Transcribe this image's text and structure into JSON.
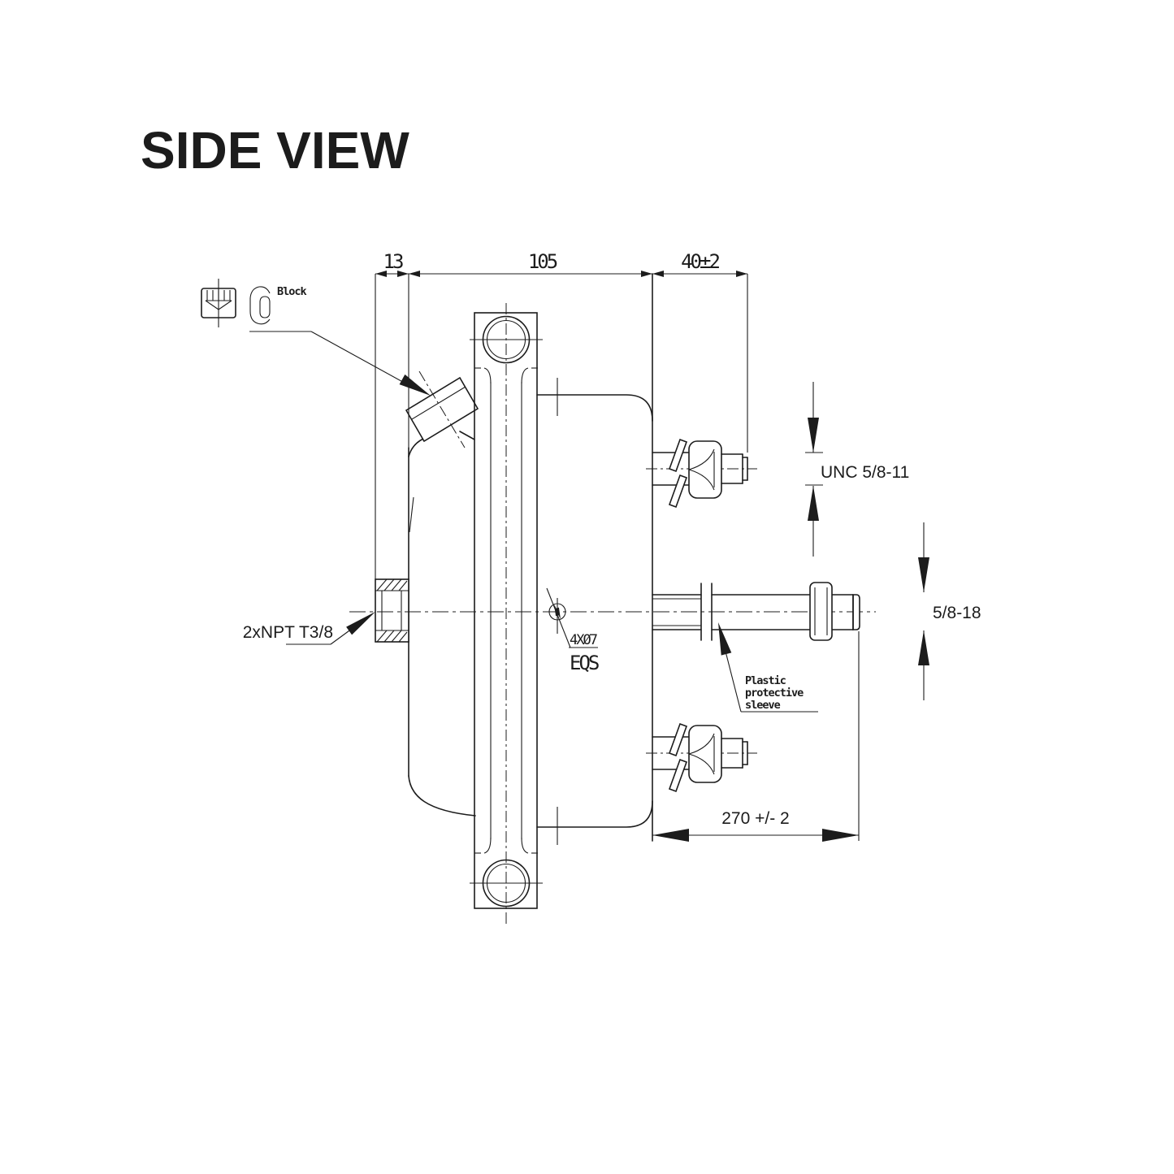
{
  "title": "SIDE VIEW",
  "dimensions": {
    "flange_offset": "13",
    "chamber_depth": "105",
    "stud_length": "40±2",
    "rod_length": "270 +/- 2"
  },
  "callouts": {
    "block_label": "Block",
    "npt_label": "2xNPT T3/8",
    "unc_label": "UNC 5/8-11",
    "rod_thread_label": "5/8-18",
    "hole_label": "4XØ7",
    "hole_spacing_label": "EQS",
    "sleeve_line1": "Plastic",
    "sleeve_line2": "protective",
    "sleeve_line3": "sleeve"
  },
  "colors": {
    "line": "#1c1c1c",
    "background": "#ffffff"
  }
}
